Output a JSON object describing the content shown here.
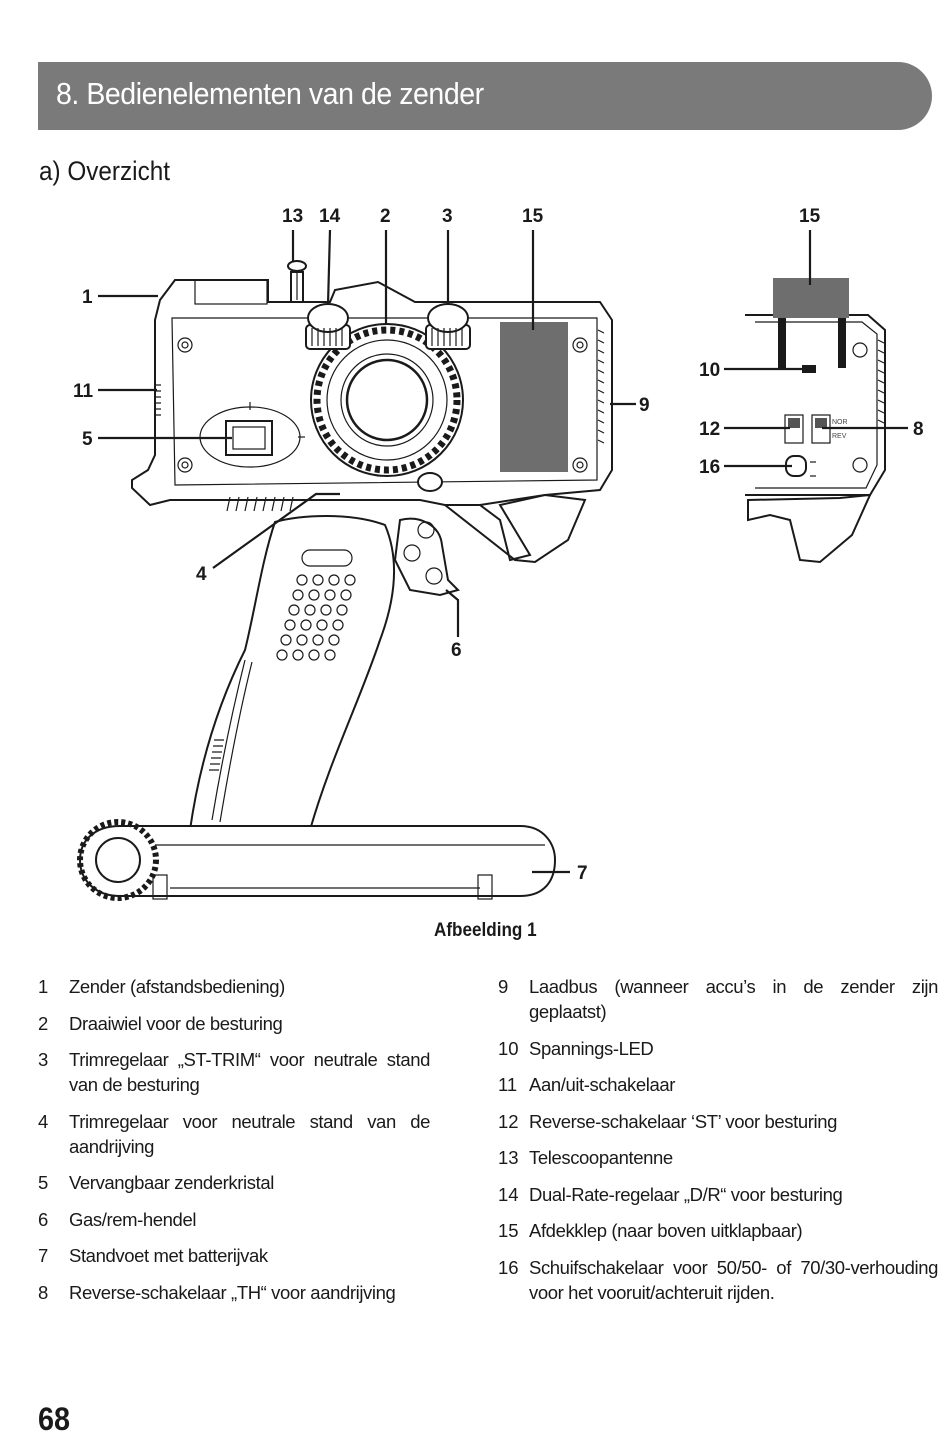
{
  "header": {
    "title": "8. Bedienelementen van de zender"
  },
  "section": {
    "title": "a) Overzicht"
  },
  "figure": {
    "labels": {
      "l1": "1",
      "l2": "2",
      "l3": "3",
      "l4": "4",
      "l5": "5",
      "l6": "6",
      "l7": "7",
      "l8": "8",
      "l9": "9",
      "l10": "10",
      "l11": "11",
      "l12": "12",
      "l13": "13",
      "l14": "14",
      "l15a": "15",
      "l15b": "15",
      "l16": "16"
    },
    "switch_nor": "NOR",
    "switch_rev": "REV",
    "caption": "Afbeelding 1"
  },
  "legend": {
    "left": [
      {
        "num": "1",
        "text": "Zender (afstandsbediening)"
      },
      {
        "num": "2",
        "text": "Draaiwiel voor de besturing"
      },
      {
        "num": "3",
        "text": "Trimregelaar „ST-TRIM“ voor neutrale stand van de besturing"
      },
      {
        "num": "4",
        "text": "Trimregelaar voor neutrale stand van de aandrijving"
      },
      {
        "num": "5",
        "text": "Vervangbaar zenderkristal"
      },
      {
        "num": "6",
        "text": "Gas/rem-hendel"
      },
      {
        "num": "7",
        "text": "Standvoet met batterijvak"
      },
      {
        "num": "8",
        "text": "Reverse-schakelaar „TH“ voor aandrijving"
      }
    ],
    "right": [
      {
        "num": "9",
        "text": "Laadbus (wanneer accu’s in de zender zijn geplaatst)"
      },
      {
        "num": "10",
        "text": "Spannings-LED"
      },
      {
        "num": "11",
        "text": "Aan/uit-schakelaar"
      },
      {
        "num": "12",
        "text": "Reverse-schakelaar ‘ST’ voor besturing"
      },
      {
        "num": "13",
        "text": "Telescoopantenne"
      },
      {
        "num": "14",
        "text": "Dual-Rate-regelaar „D/R“ voor besturing"
      },
      {
        "num": "15",
        "text": "Afdekklep (naar boven uitklapbaar)"
      },
      {
        "num": "16",
        "text": "Schuifschakelaar voor 50/50- of 70/30-verhouding voor het vooruit/achteruit rijden."
      }
    ]
  },
  "page_number": "68"
}
